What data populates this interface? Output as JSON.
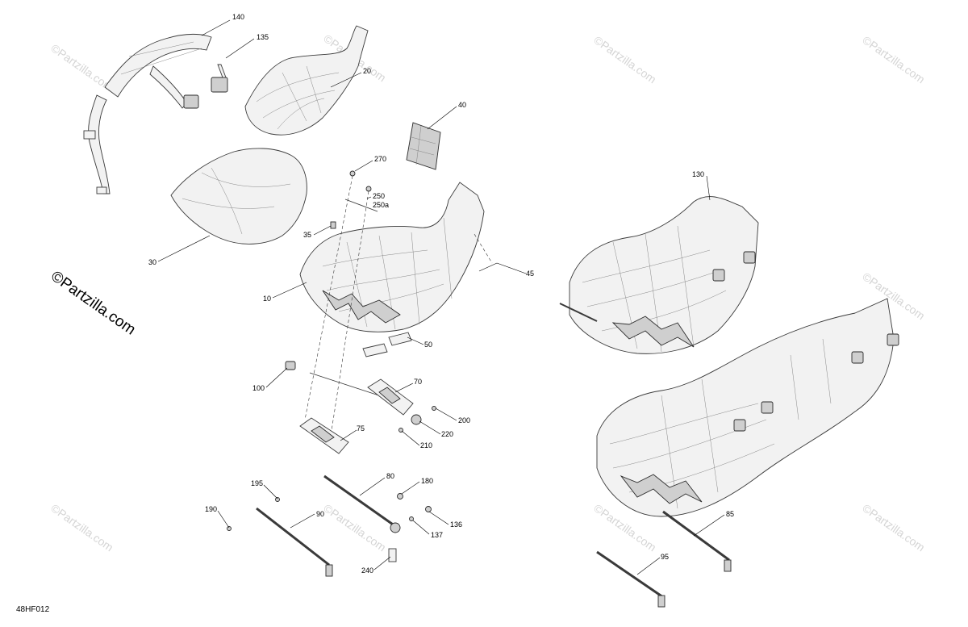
{
  "diagram": {
    "reference_code": "48HF012",
    "watermark_text": "©Partzilla.com",
    "callouts": {
      "c140": "140",
      "c135": "135",
      "c20": "20",
      "c40": "40",
      "c270": "270",
      "c250": "250",
      "c250a": "250a",
      "c35": "35",
      "c30": "30",
      "c10": "10",
      "c45": "45",
      "c50": "50",
      "c100": "100",
      "c70": "70",
      "c200": "200",
      "c75": "75",
      "c220": "220",
      "c210": "210",
      "c80": "80",
      "c180": "180",
      "c195": "195",
      "c190": "190",
      "c90": "90",
      "c136": "136",
      "c137": "137",
      "c240": "240",
      "c130": "130",
      "c85": "85",
      "c95": "95"
    }
  }
}
